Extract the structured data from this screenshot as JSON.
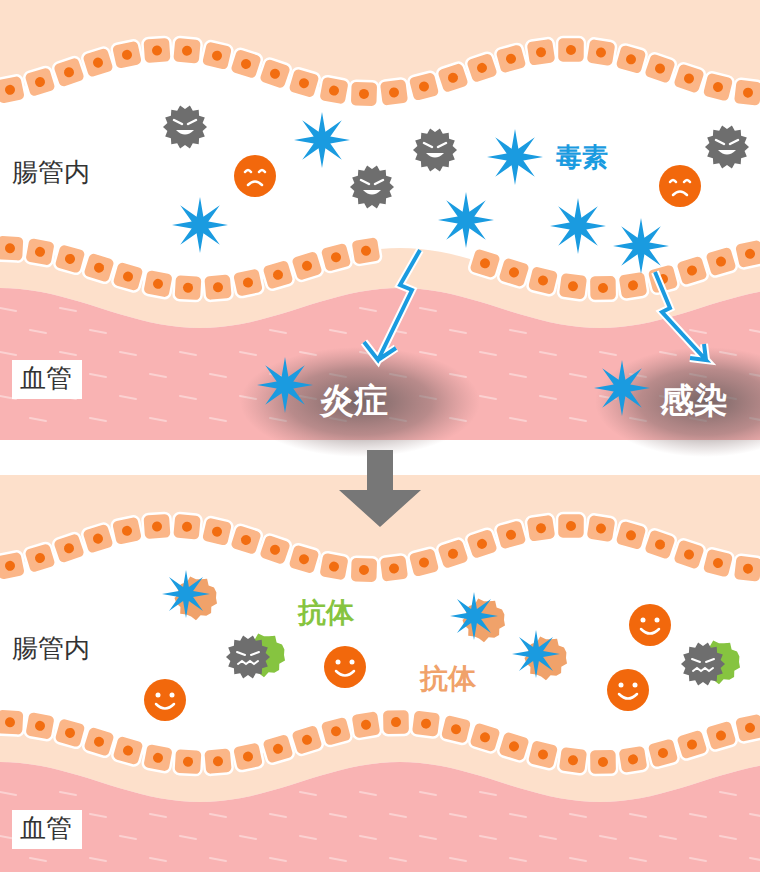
{
  "diagram": {
    "nodes": [
      {
        "text": [
          "血管"
        ]
      },
      {
        "text": [
          "血管"
        ]
      }
    ],
    "labels": [
      "腸管内",
      "毒素",
      "炎症",
      "感染",
      "腸管内",
      "抗体",
      "抗体"
    ]
  }
}
